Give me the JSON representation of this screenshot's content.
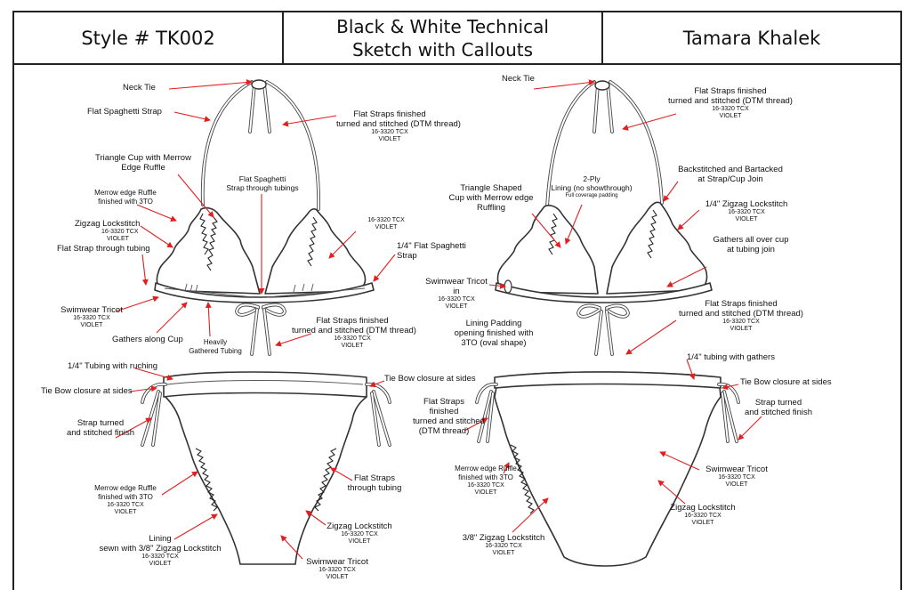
{
  "header": {
    "style": "Style # TK002",
    "title_line1": "Black & White Technical",
    "title_line2": "Sketch with Callouts",
    "designer": "Tamara Khalek"
  },
  "colors": {
    "arrow": "#e02020",
    "line": "#333333"
  },
  "top_front": {
    "neck_tie": "Neck Tie",
    "flat_spaghetti_strap": "Flat Spaghetti Strap",
    "flat_straps_title": "Flat Straps finished",
    "flat_straps_sub": "turned and stitched (DTM thread)",
    "flat_straps_code": "16-3320 TCX",
    "flat_straps_color": "VIOLET",
    "triangle_cup_1": "Triangle Cup with Merrow",
    "triangle_cup_2": "Edge Ruffle",
    "spaghetti_tubings_1": "Flat Spaghetti",
    "spaghetti_tubings_2": "Strap through tubings",
    "merrow_1": "Merrow edge Ruffle",
    "merrow_2": "finished with 3TO",
    "cup_code": "16-3320 TCX",
    "cup_color": "VIOLET",
    "zigzag": "Zigzag Lockstitch",
    "zigzag_code": "16-3320 TCX",
    "zigzag_color": "VIOLET",
    "flat_strap_tubing": "Flat Strap through tubing",
    "quarter_spaghetti_1": "1/4\" Flat Spaghetti",
    "quarter_spaghetti_2": "Strap",
    "tricot": "Swimwear Tricot",
    "tricot_code": "16-3320 TCX",
    "tricot_color": "VIOLET",
    "gathers": "Gathers along Cup",
    "heavily_1": "Heavily",
    "heavily_2": "Gathered Tubing",
    "bottom_straps_title": "Flat Straps finished",
    "bottom_straps_sub": "turned and stitched (DTM thread)",
    "bottom_straps_code": "16-3320 TCX",
    "bottom_straps_color": "VIOLET"
  },
  "top_back": {
    "neck_tie": "Neck Tie",
    "flat_straps_title": "Flat Straps finished",
    "flat_straps_sub": "turned and stitched (DTM thread)",
    "flat_straps_code": "16-3320 TCX",
    "flat_straps_color": "VIOLET",
    "backstitched_1": "Backstitched and Bartacked",
    "backstitched_2": "at Strap/Cup Join",
    "two_ply_1": "2-Ply",
    "two_ply_2": "Lining (no showthrough)",
    "two_ply_3": "Full coverage padding",
    "triangle_1": "Triangle Shaped",
    "triangle_2": "Cup with Merrow edge",
    "triangle_3": "Ruffling",
    "quarter_zig": "1/4\" Zigzag Lockstitch",
    "quarter_zig_code": "16-3320 TCX",
    "quarter_zig_color": "VIOLET",
    "gathers_1": "Gathers all over cup",
    "gathers_2": "at tubing join",
    "tricot_1": "Swimwear Tricot",
    "tricot_2": "in",
    "tricot_code": "16-3320 TCX",
    "tricot_color": "VIOLET",
    "lining_1": "Lining Padding",
    "lining_2": "opening finished with",
    "lining_3": "3TO (oval shape)",
    "lower_straps_title": "Flat Straps finished",
    "lower_straps_sub": "turned and stitched (DTM thread)",
    "lower_straps_code": "16-3320 TCX",
    "lower_straps_color": "VIOLET"
  },
  "bottom_front": {
    "tubing_ruching": "1/4\" Tubing with ruching",
    "tie_bow_left": "Tie Bow closure at sides",
    "tie_bow_right": "Tie Bow closure at sides",
    "strap_turned_1": "Strap turned",
    "strap_turned_2": "and stitched finish",
    "merrow_1": "Merrow edge Ruffle",
    "merrow_2": "finished with 3TO",
    "merrow_code": "16-3320 TCX",
    "merrow_color": "VIOLET",
    "lining_1": "Lining",
    "lining_2": "sewn with 3/8\" Zigzag Lockstitch",
    "lining_code": "16-3320 TCX",
    "lining_color": "VIOLET",
    "flat_straps_1": "Flat Straps",
    "flat_straps_2": "through tubing",
    "zigzag": "Zigzag Lockstitch",
    "zigzag_code": "16-3320 TCX",
    "zigzag_color": "VIOLET",
    "tricot": "Swimwear Tricot",
    "tricot_code": "16-3320 TCX",
    "tricot_color": "VIOLET"
  },
  "bottom_back": {
    "flat_straps_1": "Flat Straps",
    "flat_straps_2": "finished",
    "flat_straps_3": "turned and stitched",
    "flat_straps_4": "(DTM thread)",
    "merrow_1": "Merrow edge Ruffle",
    "merrow_2": "finished with 3TO",
    "merrow_code": "16-3320 TCX",
    "merrow_color": "VIOLET",
    "zig38": "3/8\" Zigzag Lockstitch",
    "zig38_code": "16-3320 TCX",
    "zig38_color": "VIOLET",
    "tubing_gathers": "1/4\" tubing with gathers",
    "tie_bow": "Tie Bow closure at sides",
    "strap_turned_1": "Strap turned",
    "strap_turned_2": "and stitched finish",
    "tricot": "Swimwear Tricot",
    "tricot_code": "16-3320 TCX",
    "tricot_color": "VIOLET",
    "zigzag": "Zigzag Lockstitch",
    "zigzag_code": "16-3320 TCX",
    "zigzag_color": "VIOLET"
  }
}
